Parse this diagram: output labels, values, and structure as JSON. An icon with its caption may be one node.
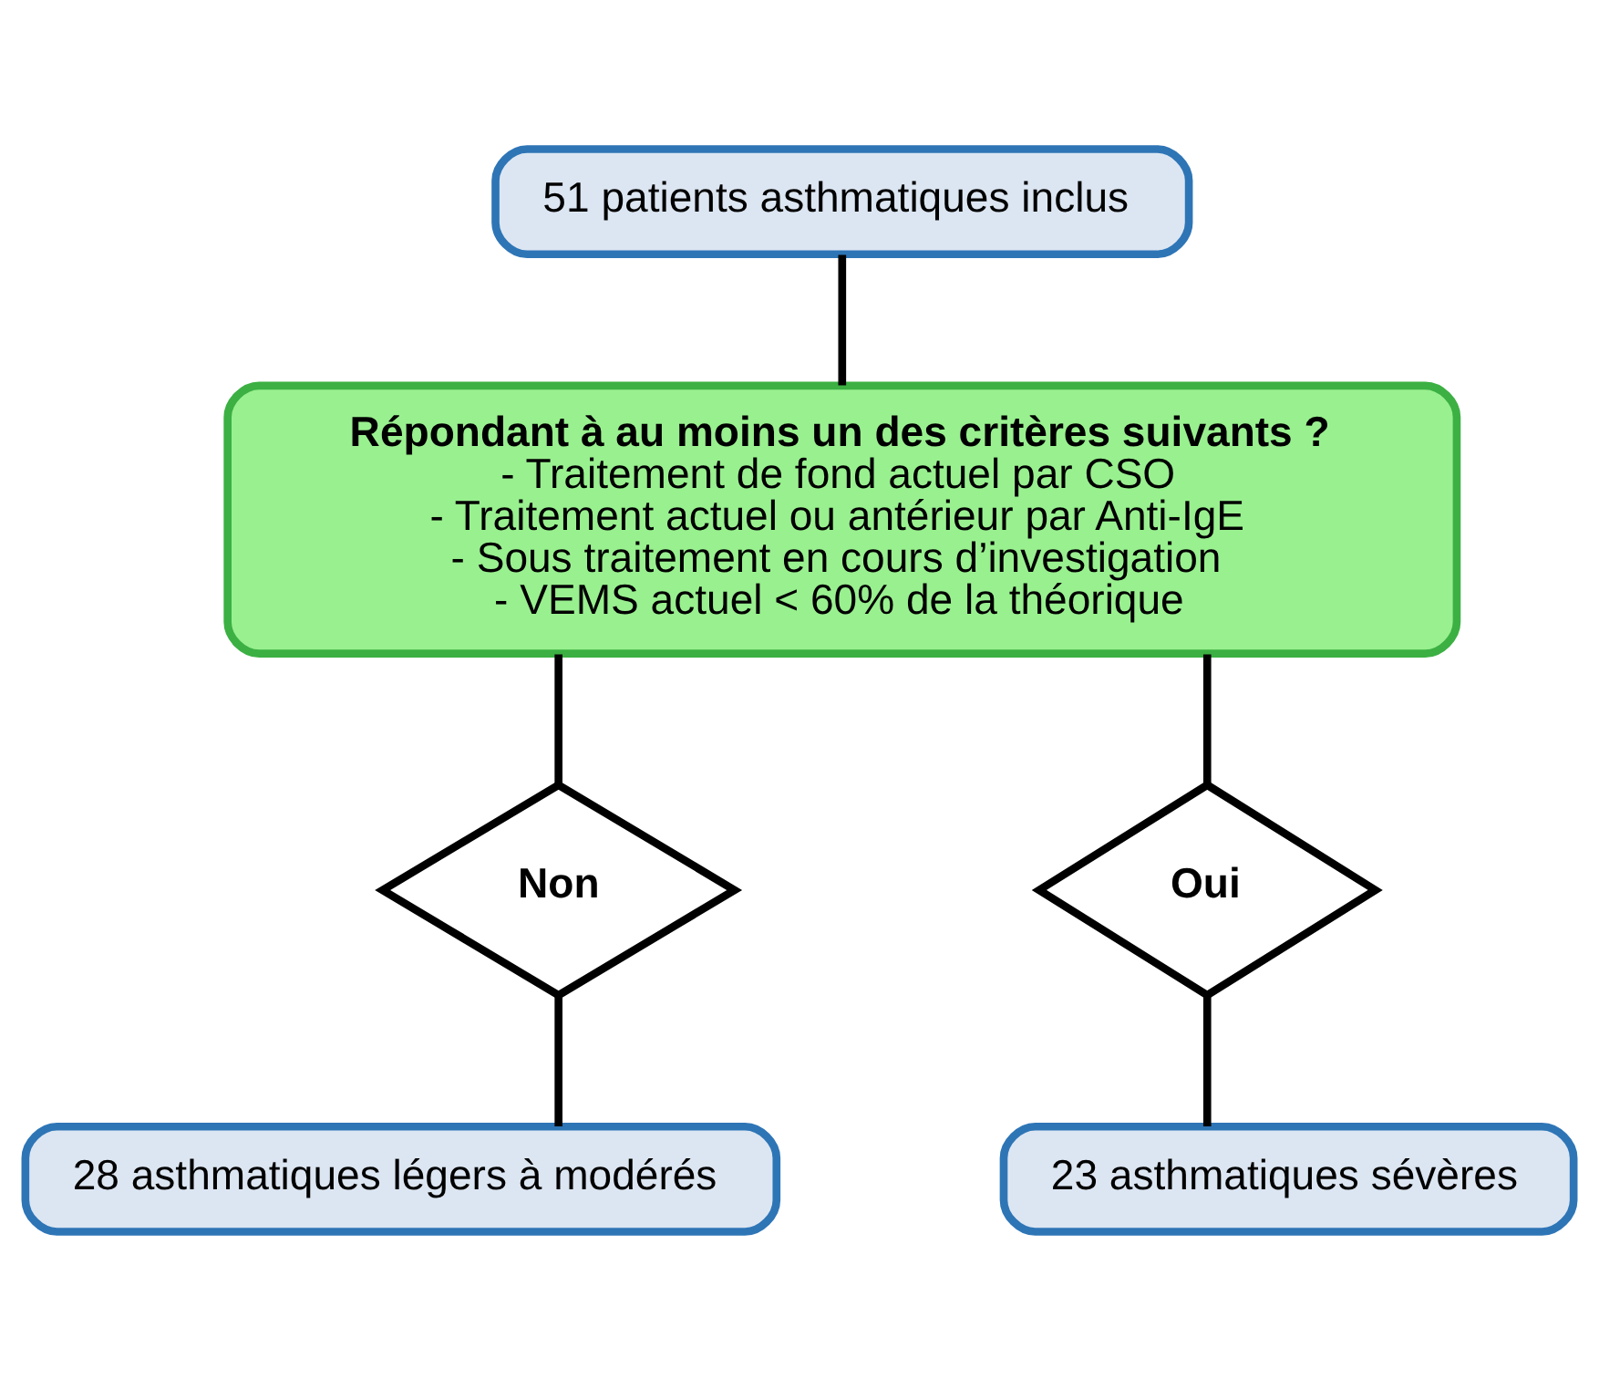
{
  "diagram": {
    "nodes": [
      {
        "text": [
          "51 patients asthmatiques inclus"
        ]
      },
      {
        "text": [
          "Répondant à au moins un des critères suivants ?",
          "- Traitement de fond actuel par CSO",
          "- Traitement actuel ou antérieur par Anti-IgE",
          "- Sous traitement en cours d’investigation",
          "- VEMS actuel < 60% de la théorique"
        ]
      },
      {
        "text": [
          "Non"
        ]
      },
      {
        "text": [
          "Oui"
        ]
      },
      {
        "text": [
          "28 asthmatiques légers à modérés"
        ]
      },
      {
        "text": [
          "23 asthmatiques sévères"
        ]
      }
    ],
    "edges": [
      {
        "from": 0,
        "to": 1,
        "arrow": "none"
      },
      {
        "from": 1,
        "to": 2,
        "arrow": "none"
      },
      {
        "from": 1,
        "to": 3,
        "arrow": "none"
      },
      {
        "from": 2,
        "to": 4,
        "arrow": "none"
      },
      {
        "from": 3,
        "to": 5,
        "arrow": "none"
      }
    ]
  }
}
